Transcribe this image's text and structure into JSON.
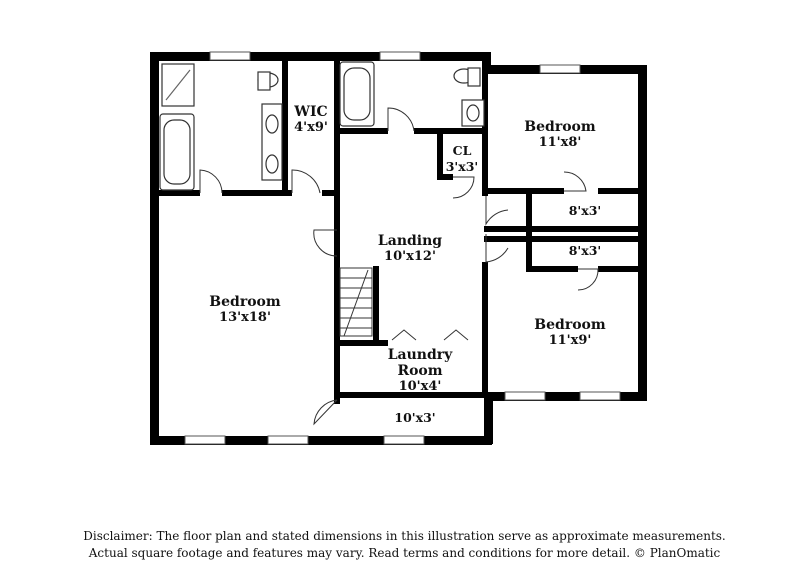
{
  "rooms": {
    "bedroom_main": {
      "name": "Bedroom",
      "dims": "13'x18'"
    },
    "wic": {
      "name": "WIC",
      "dims": "4'x9'"
    },
    "bedroom_ne": {
      "name": "Bedroom",
      "dims": "11'x8'"
    },
    "closet": {
      "name": "CL",
      "dims": "3'x3'"
    },
    "closet_upper": {
      "name": "",
      "dims": "8'x3'"
    },
    "closet_lower": {
      "name": "",
      "dims": "8'x3'"
    },
    "landing": {
      "name": "Landing",
      "dims": "10'x12'"
    },
    "bedroom_se": {
      "name": "Bedroom",
      "dims": "11'x9'"
    },
    "laundry": {
      "name": "Laundry",
      "name2": "Room",
      "dims": "10'x4'"
    },
    "hall_closet": {
      "name": "",
      "dims": "10'x3'"
    }
  },
  "disclaimer": {
    "line1": "Disclaimer: The floor plan and stated dimensions in this illustration serve as approximate measurements.",
    "line2": "Actual square footage and features may vary. Read terms and conditions for more detail. © PlanOmatic"
  },
  "colors": {
    "wall": "#000000",
    "fixture": "#555555",
    "window": "#888888",
    "background": "#ffffff"
  }
}
